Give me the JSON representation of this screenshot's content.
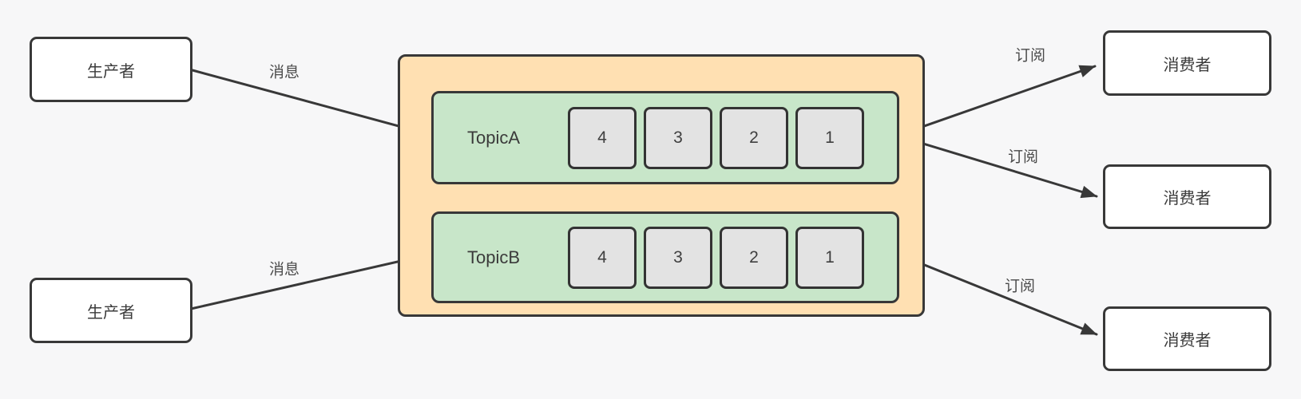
{
  "diagram": {
    "producers": [
      {
        "label": "生产者"
      },
      {
        "label": "生产者"
      }
    ],
    "consumers": [
      {
        "label": "消费者"
      },
      {
        "label": "消费者"
      },
      {
        "label": "消费者"
      }
    ],
    "topics": [
      {
        "name": "TopicA",
        "cells": [
          "4",
          "3",
          "2",
          "1"
        ]
      },
      {
        "name": "TopicB",
        "cells": [
          "4",
          "3",
          "2",
          "1"
        ]
      }
    ],
    "edge_labels": [
      {
        "text": "消息"
      },
      {
        "text": "消息"
      },
      {
        "text": "订阅"
      },
      {
        "text": "订阅"
      },
      {
        "text": "订阅"
      }
    ],
    "colors": {
      "broker_fill": "#ffe0b2",
      "topic_fill": "#c8e6c9",
      "cell_fill": "#e3e3e3",
      "stroke": "#383838",
      "background": "#f7f7f8"
    }
  }
}
